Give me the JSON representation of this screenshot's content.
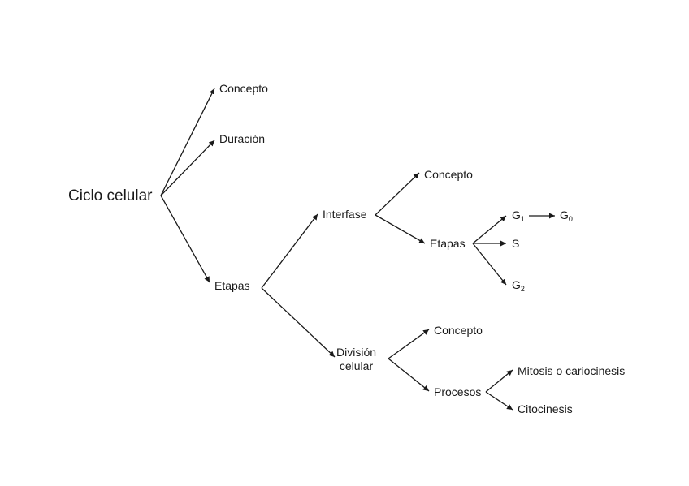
{
  "diagram": {
    "root": "Ciclo celular",
    "root_children": {
      "concepto": "Concepto",
      "duracion": "Duración",
      "etapas": "Etapas"
    },
    "etapas_children": {
      "interfase": "Interfase",
      "division_line1": "División",
      "division_line2": "celular"
    },
    "interfase_children": {
      "concepto": "Concepto",
      "etapas": "Etapas"
    },
    "interfase_etapas_children": {
      "g1_letter": "G",
      "g1_sub": "1",
      "g0_letter": "G",
      "g0_sub": "0",
      "s": "S",
      "g2_letter": "G",
      "g2_sub": "2"
    },
    "division_children": {
      "concepto": "Concepto",
      "procesos": "Procesos"
    },
    "procesos_children": {
      "mitosis": "Mitosis o cariocinesis",
      "citocinesis": "Citocinesis"
    }
  }
}
